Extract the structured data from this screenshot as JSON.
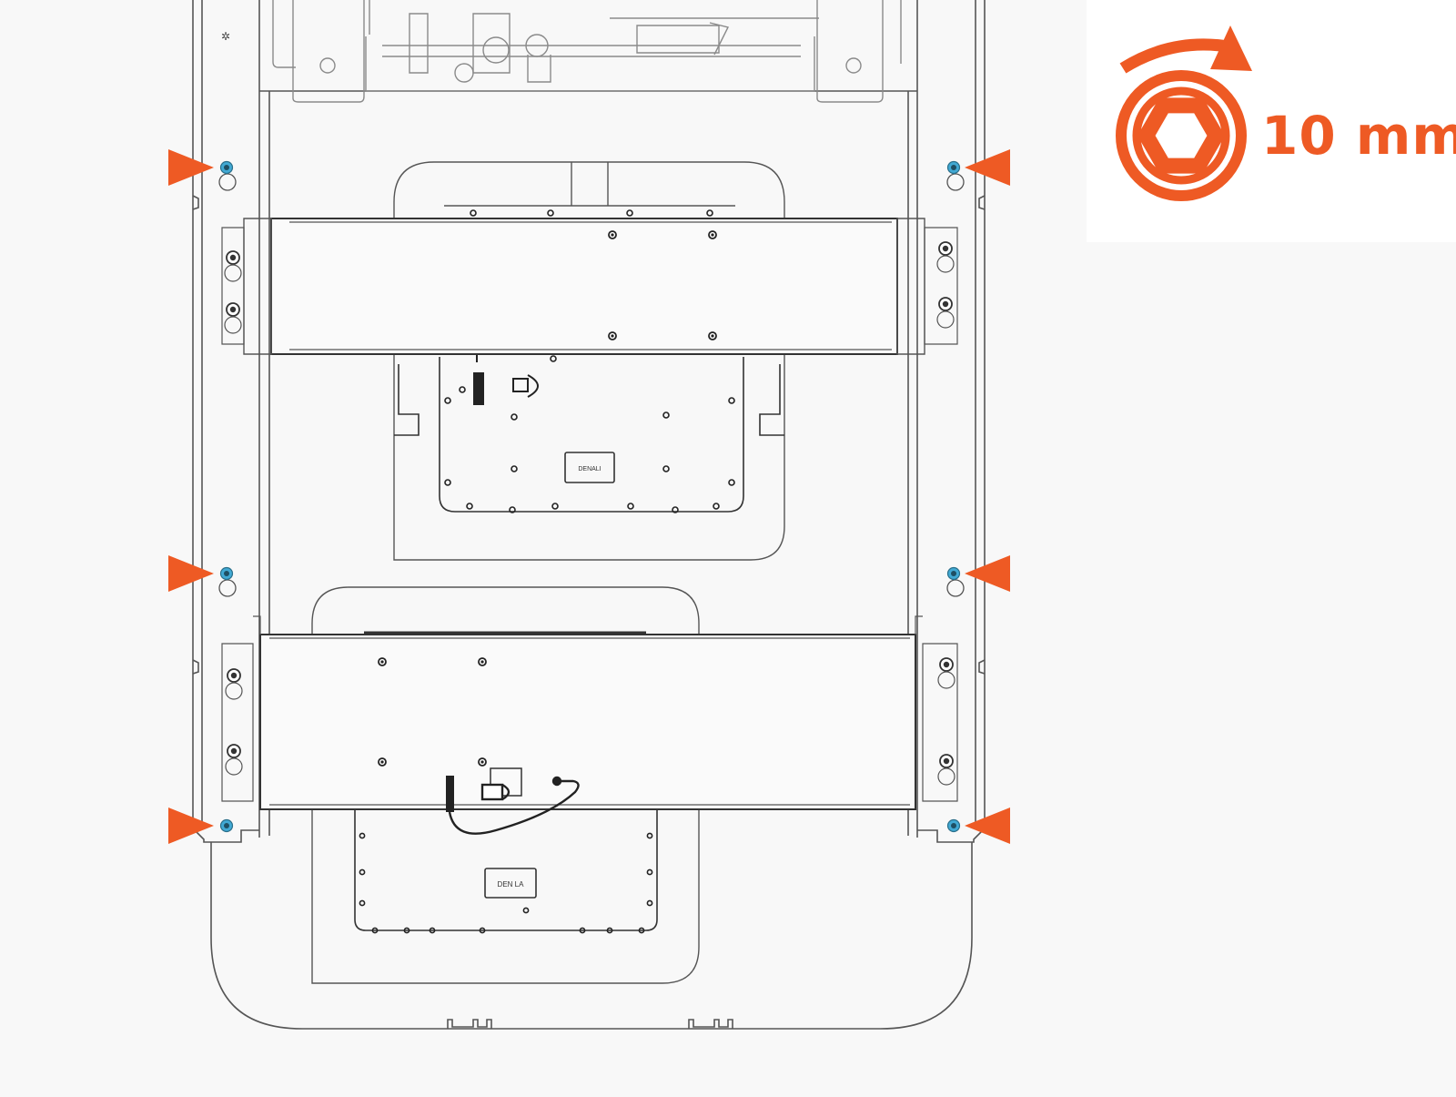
{
  "colors": {
    "accent": "#ee5a24",
    "screw_highlight": "#41a9d4",
    "line": "#555555",
    "background": "#f8f8f8"
  },
  "tool": {
    "size_label": "10 mm",
    "icon": "hex-socket-icon",
    "rotation": "clockwise"
  },
  "callouts": {
    "arrow_icon": "orange-triangle-arrow-icon",
    "highlighted_screws": 6
  },
  "plates": {
    "upper_label": "DENALI",
    "lower_label": "DEN  LA"
  }
}
